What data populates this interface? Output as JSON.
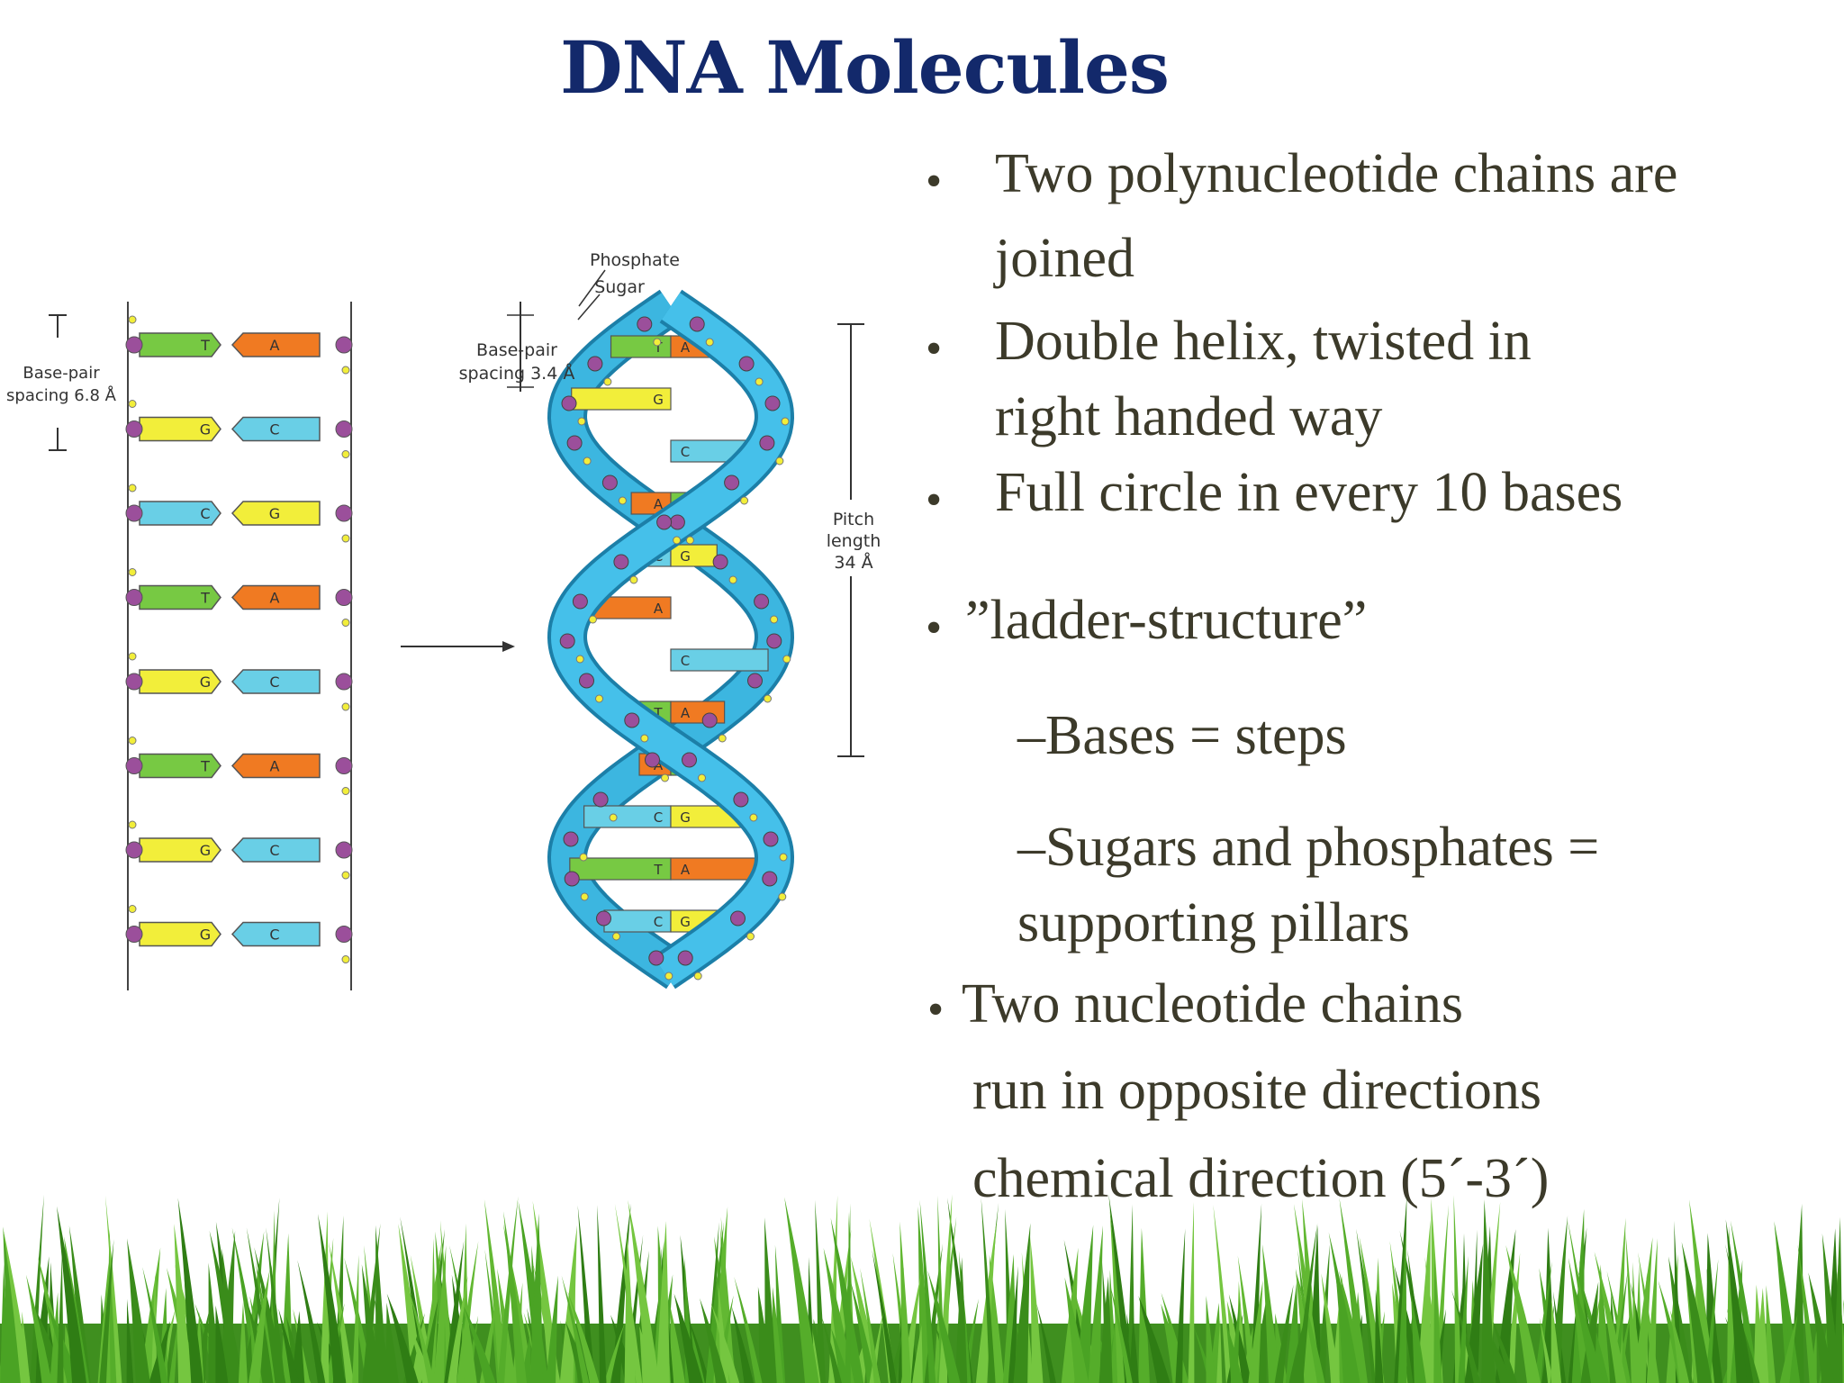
{
  "slide": {
    "title": "DNA Molecules",
    "accent_color": "#13296b",
    "text_color": "#3c3a2a"
  },
  "figure": {
    "left_ladder": {
      "spacing_label_line1": "Base-pair",
      "spacing_label_line2": "spacing 6.8 Å",
      "pairs": [
        {
          "left": "T",
          "right": "A"
        },
        {
          "left": "G",
          "right": "C"
        },
        {
          "left": "C",
          "right": "G"
        },
        {
          "left": "T",
          "right": "A"
        },
        {
          "left": "G",
          "right": "C"
        },
        {
          "left": "T",
          "right": "A"
        },
        {
          "left": "G",
          "right": "C"
        },
        {
          "left": "G",
          "right": "C"
        }
      ]
    },
    "helix": {
      "phosphate_label": "Phosphate",
      "sugar_label": "Sugar",
      "spacing_label_line1": "Base-pair",
      "spacing_label_line2": "spacing 3.4 Å",
      "pitch_label_line1": "Pitch",
      "pitch_label_line2": "length",
      "pitch_label_line3": "34 Å",
      "rungs": [
        {
          "left": "T",
          "right": "A"
        },
        {
          "left": "G",
          "right": ""
        },
        {
          "left": "",
          "right": "C"
        },
        {
          "left": "A",
          "right": "T"
        },
        {
          "left": "C",
          "right": "G"
        },
        {
          "left": "A",
          "right": ""
        },
        {
          "left": "",
          "right": "C"
        },
        {
          "left": "T",
          "right": "A"
        },
        {
          "left": "A",
          "right": "T"
        },
        {
          "left": "C",
          "right": "G"
        },
        {
          "left": "T",
          "right": "A"
        },
        {
          "left": "C",
          "right": "G"
        }
      ]
    }
  },
  "bullets": {
    "b1_line1": "Two polynucleotide  chains are",
    "b1_line2": "joined",
    "b2_line1": "Double helix,  twisted in",
    "b2_line2": "right  handed way",
    "b3_line1": "Full circle in every  10 bases",
    "b4_line1": "”ladder-structure”",
    "sub1": "–Bases = steps",
    "sub2_line1": "–Sugars and phosphates =",
    "sub2_line2": "supporting pillars",
    "b5_line1": "Two nucleotide chains",
    "b5_line2": "run in opposite directions",
    "b5_line3": "chemical direction  (5´-3´)",
    "bullet_char": "•"
  }
}
